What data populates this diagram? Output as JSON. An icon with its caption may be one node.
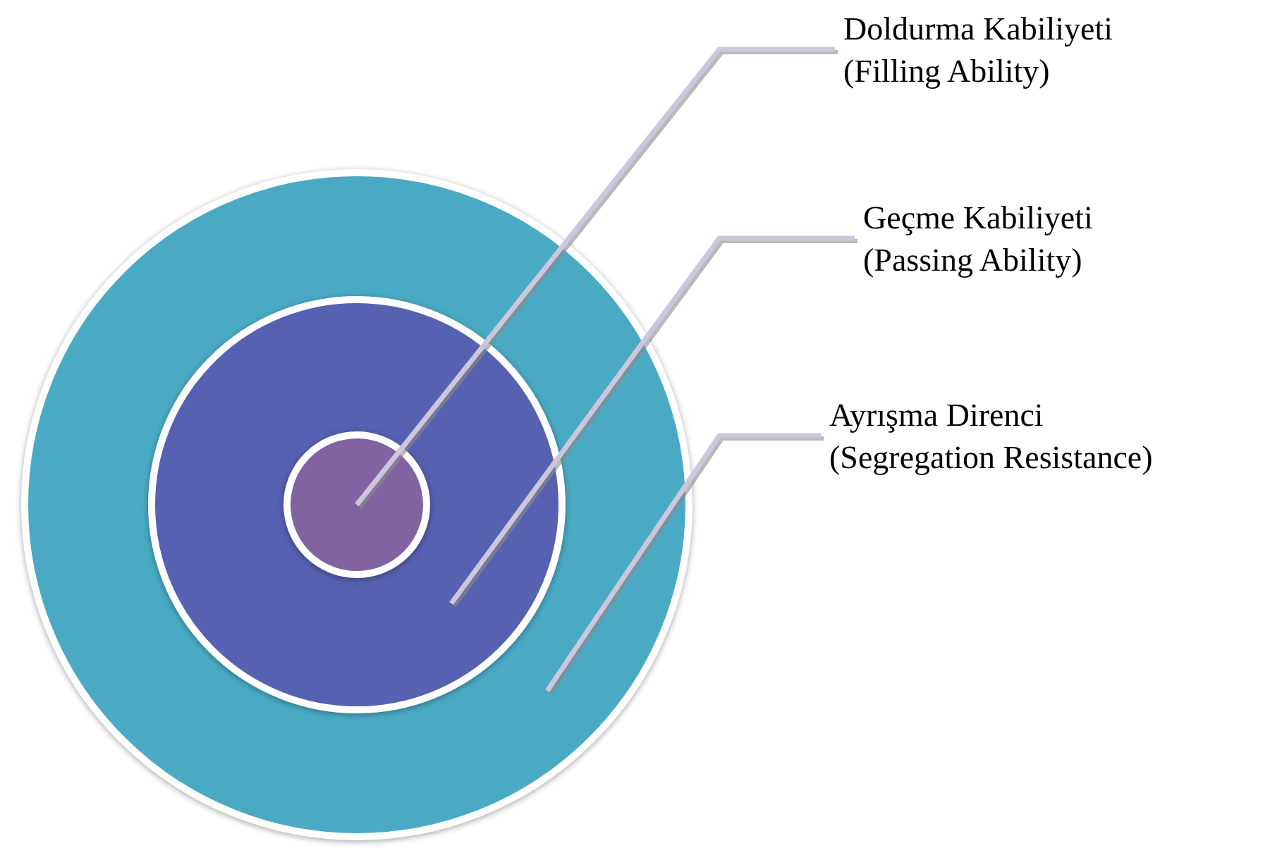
{
  "diagram": {
    "nodes": [
      {
        "text": [],
        "shape": "circle"
      },
      {
        "text": [],
        "shape": "circle",
        "in": 0
      },
      {
        "text": [],
        "shape": "circle",
        "in": 1
      },
      {
        "text": [
          "Doldurma Kabiliyeti",
          "(Filling Ability)"
        ]
      },
      {
        "text": [
          "Geçme Kabiliyeti",
          "(Passing Ability)"
        ]
      },
      {
        "text": [
          "Ayrışma Direnci",
          "(Segregation Resistance)"
        ]
      }
    ],
    "edges": [
      {
        "from": 3,
        "to": 2,
        "arrow": "none"
      },
      {
        "from": 4,
        "to": 1,
        "arrow": "none"
      },
      {
        "from": 5,
        "to": 0,
        "arrow": "none"
      }
    ]
  }
}
